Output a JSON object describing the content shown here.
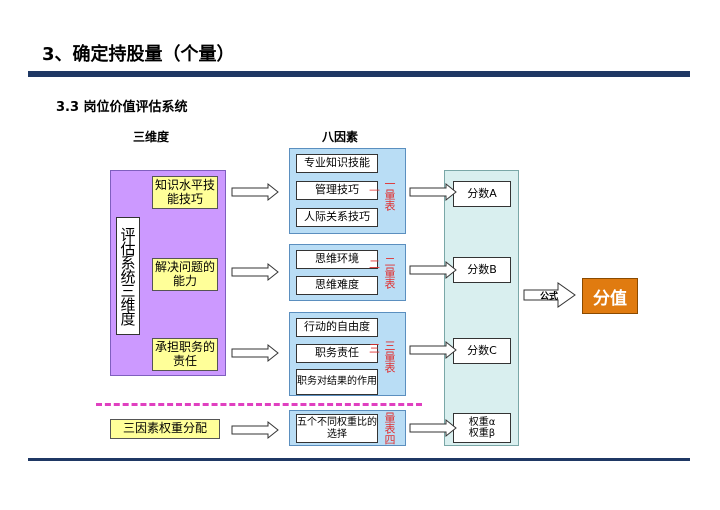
{
  "heading": "3、确定持股量（个量）",
  "subheading": "3.3  岗位价值评估系统",
  "col_three_dim": "三维度",
  "col_eight_factors": "八因素",
  "eval_system_label": "评估系统三维度",
  "dimensions": [
    "知识水平技能技巧",
    "解决问题的能力",
    "承担职务的责任"
  ],
  "group_a": [
    "专业知识技能",
    "管理技巧",
    "人际关系技巧"
  ],
  "group_b": [
    "思维环境",
    "思维难度"
  ],
  "group_c": [
    "行动的自由度",
    "职务责任",
    "职务对结果的作用"
  ],
  "group_d": "五个不同权重比的选择",
  "tables": [
    "一量表",
    "二量表",
    "三量表",
    "量表四"
  ],
  "scores": [
    "分数A",
    "分数B",
    "分数C",
    "权重α\n权重β"
  ],
  "formula_label": "公式",
  "result": "分值",
  "weight_label": "三因素权重分配",
  "colors": {
    "purple": "#cc99ff",
    "blue": "#b9ddf5",
    "teal": "#d9efef",
    "orange": "#e07b10",
    "navy": "#1f3864",
    "dash": "#e040c0"
  }
}
